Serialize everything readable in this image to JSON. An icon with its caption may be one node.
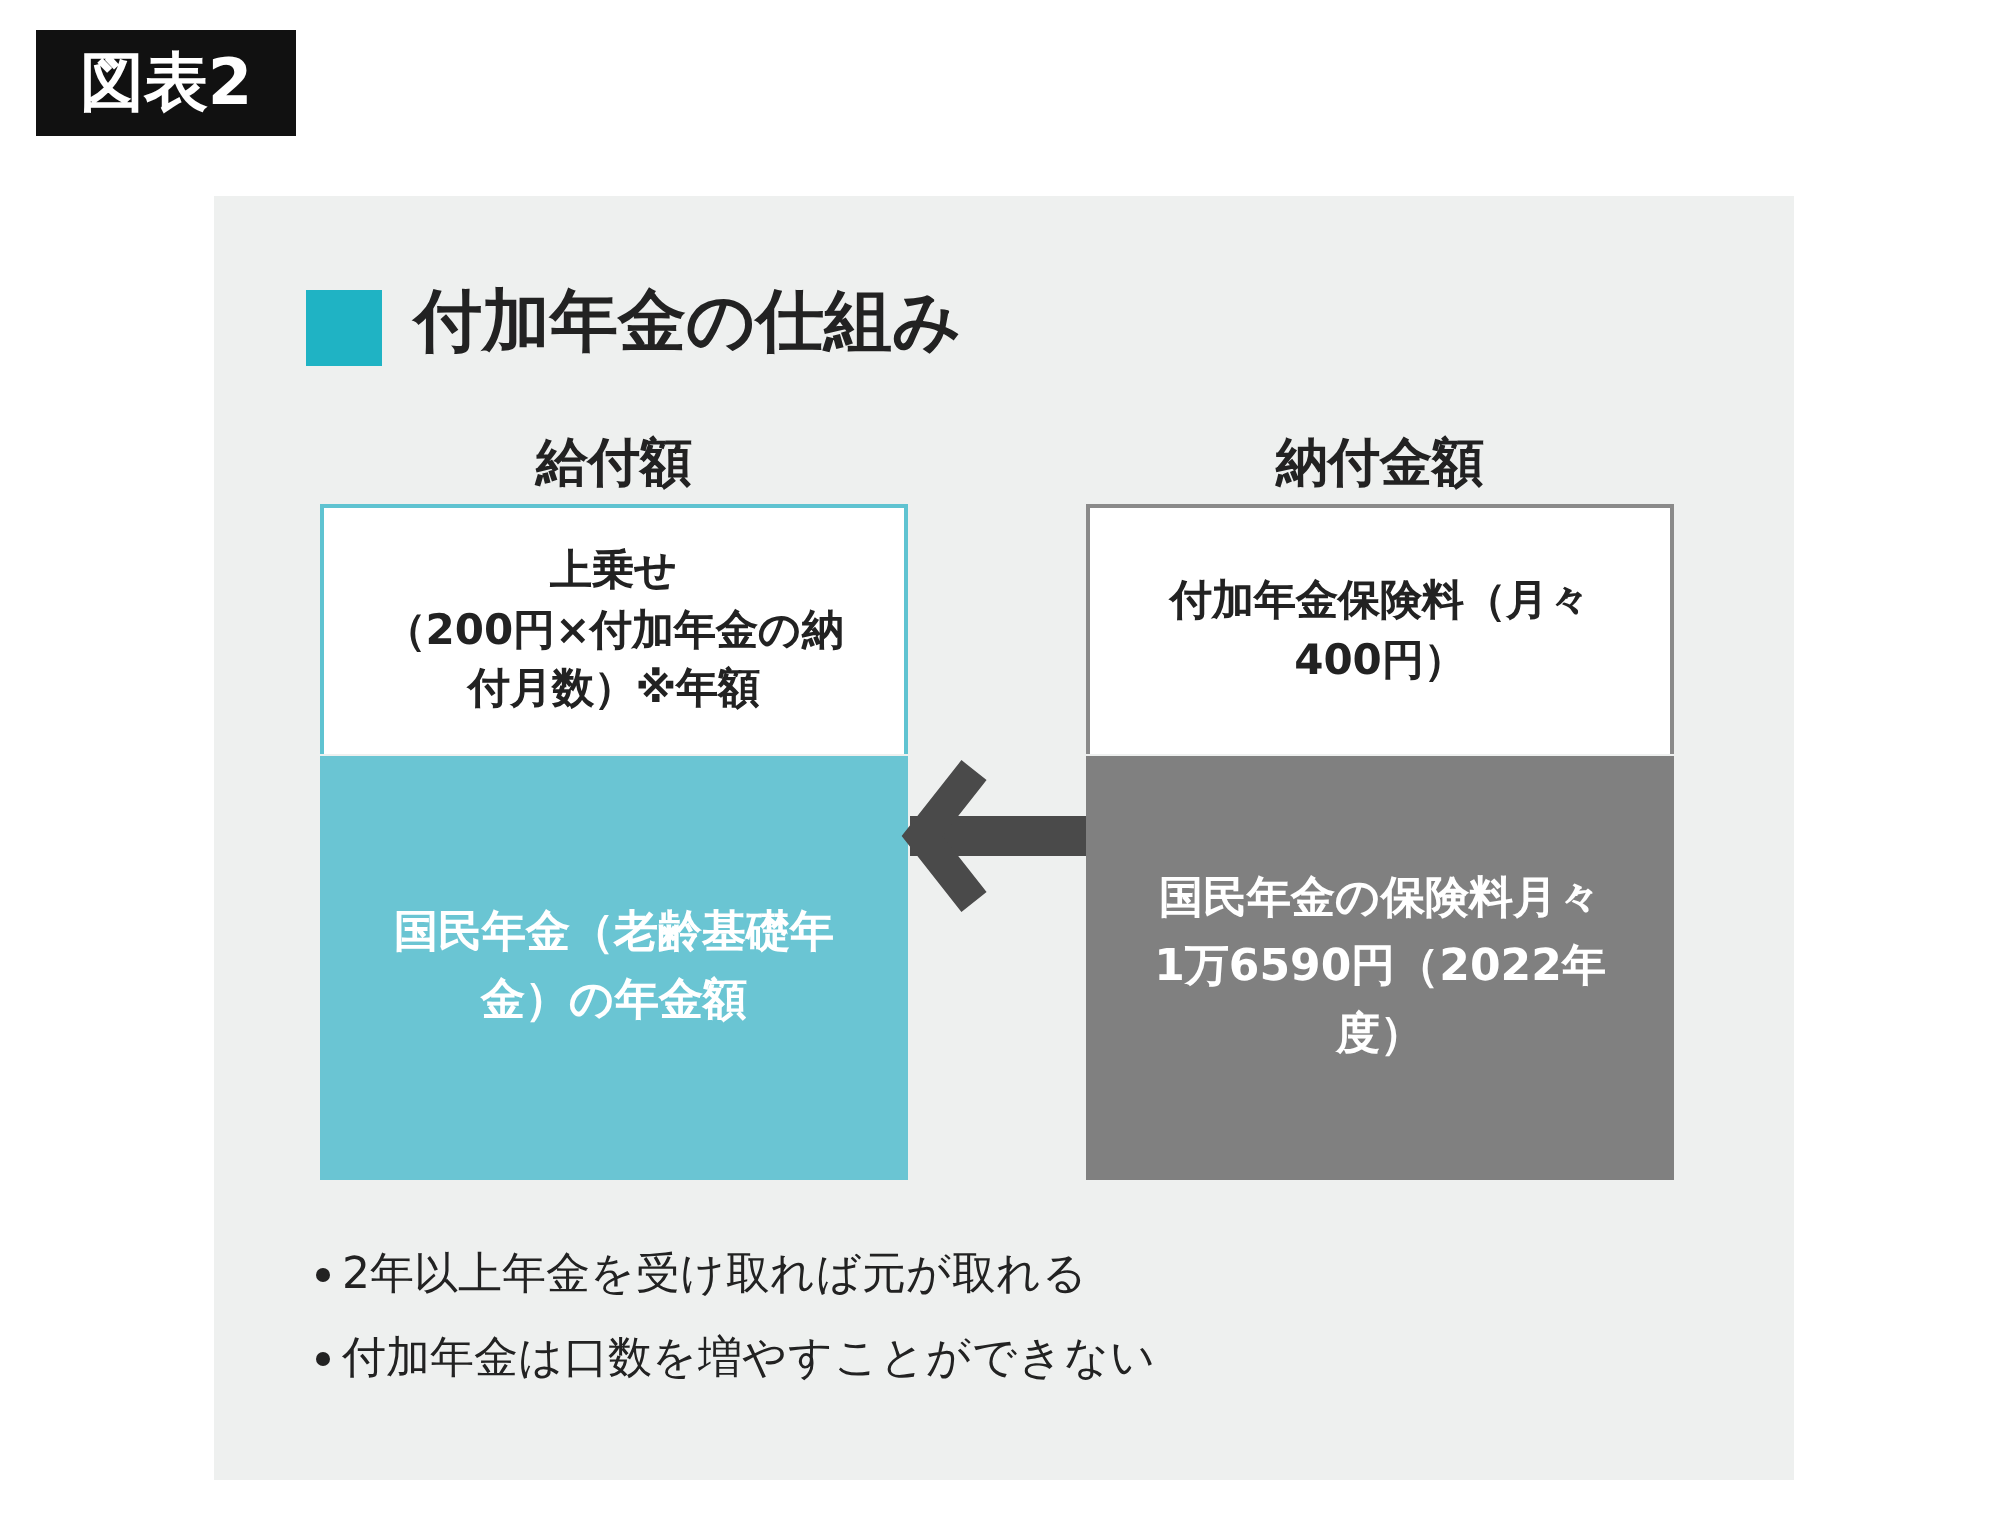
{
  "diagram": {
    "title": "付加年金の仕組み",
    "nodes": [
      {
        "text": [
          "給付額",
          "上乗せ",
          "（200円×付加年金の納付月数）※年額"
        ]
      },
      {
        "text": [
          "国民年金（老齢基礎年金）の年金額"
        ]
      },
      {
        "text": [
          "納付金額",
          "付加年金保険料（月々 400円）"
        ]
      },
      {
        "text": [
          "国民年金の保険料月々 1万6590円（2022年度）"
        ]
      }
    ],
    "edges": [
      {
        "from": 3,
        "to": 1,
        "arrow": "to"
      }
    ],
    "labels": [
      "図表2",
      "2年以上年金を受け取れば元が取れる",
      "付加年金は口数を増やすことができない"
    ]
  }
}
